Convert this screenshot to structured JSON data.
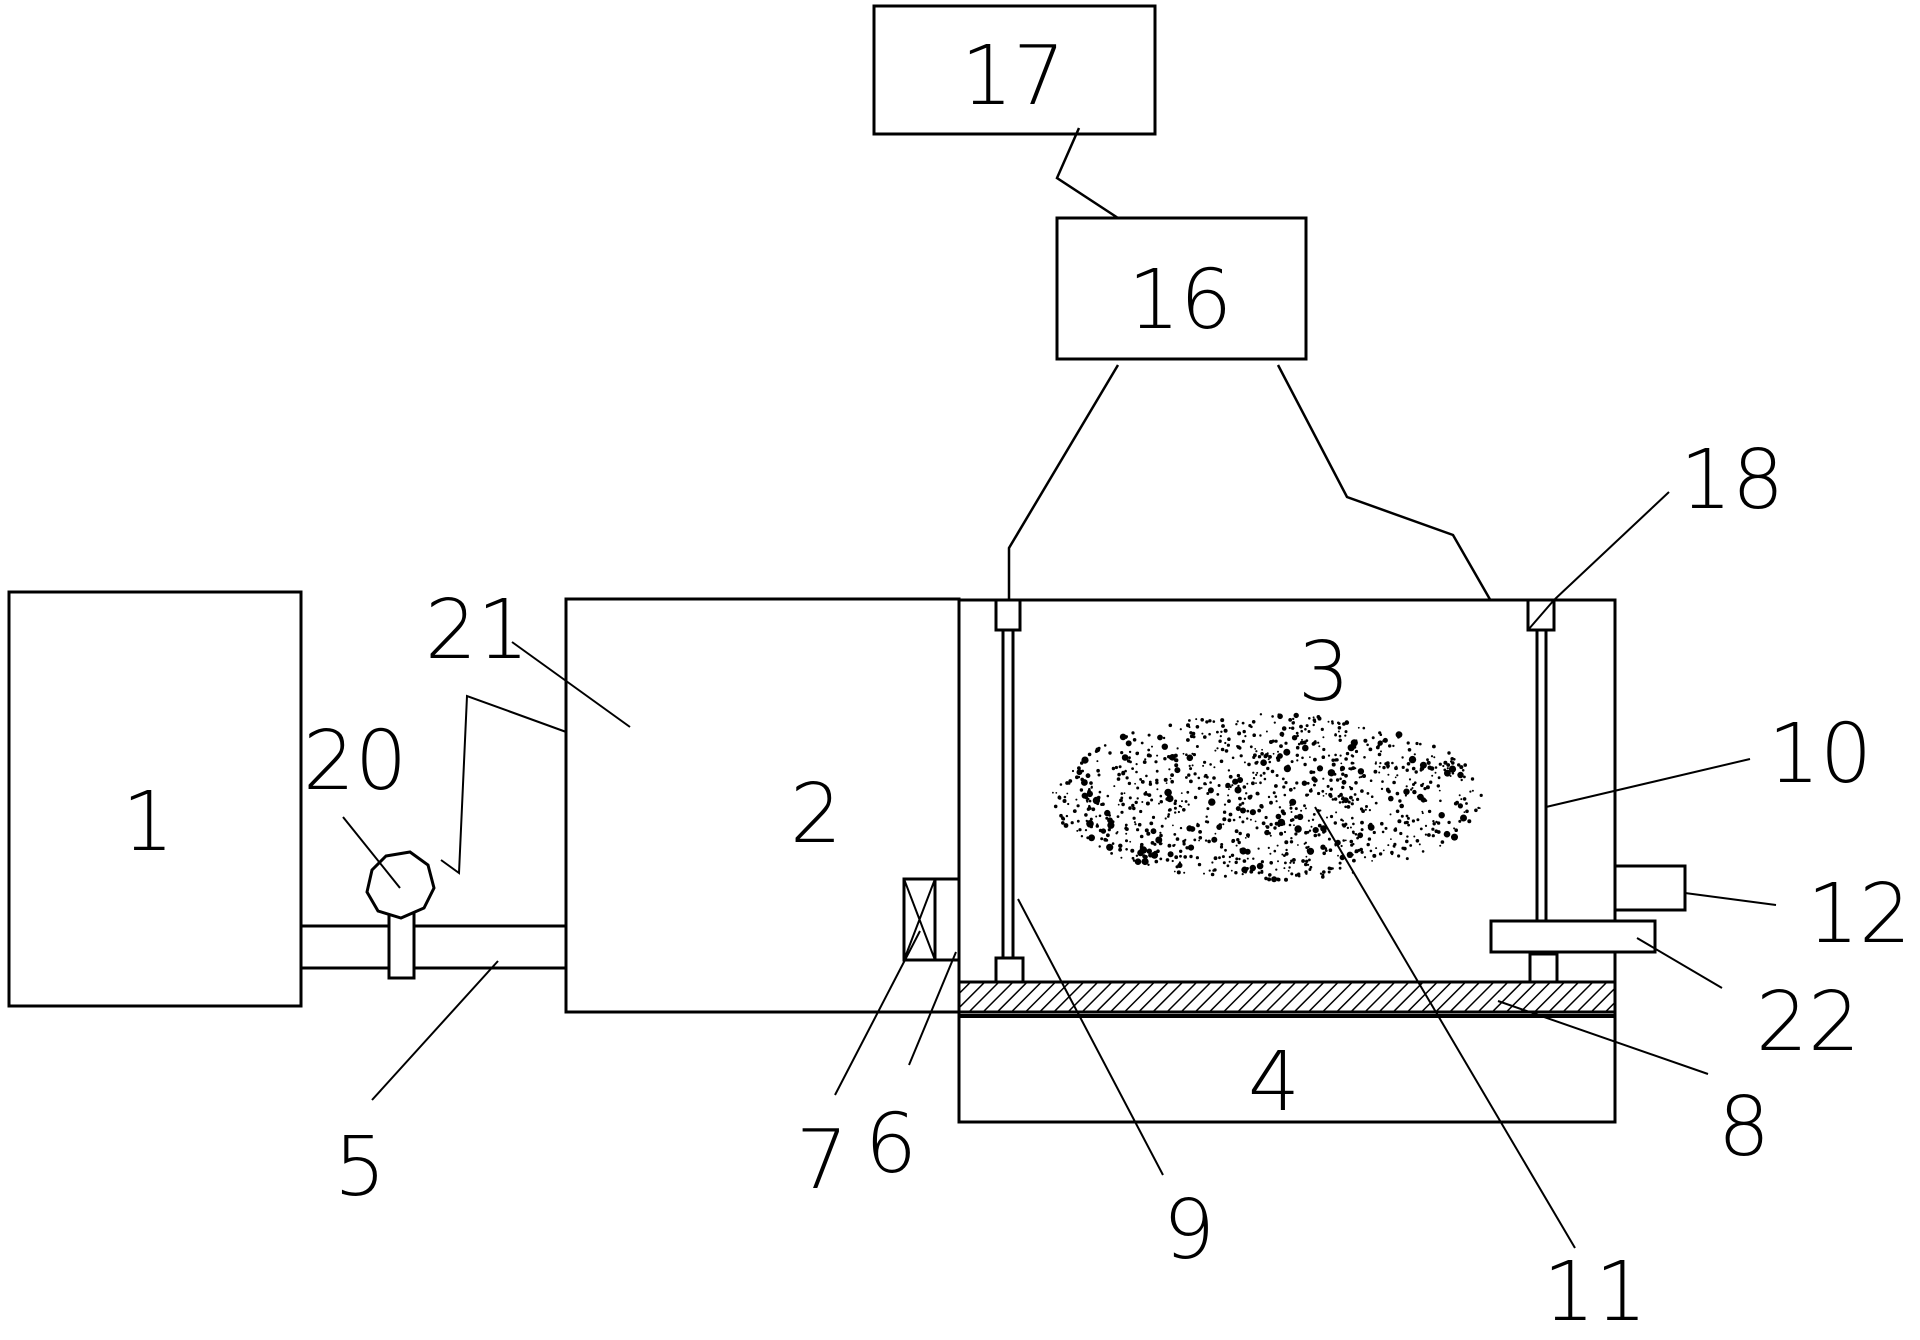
{
  "labels": {
    "n1": "1",
    "n2": "2",
    "n3": "3",
    "n4": "4",
    "n5": "5",
    "n6": "6",
    "n7": "7",
    "n8": "8",
    "n9": "9",
    "n10": "10",
    "n11": "11",
    "n12": "12",
    "n16": "16",
    "n17": "17",
    "n18": "18",
    "n20": "20",
    "n21": "21",
    "n22": "22"
  }
}
